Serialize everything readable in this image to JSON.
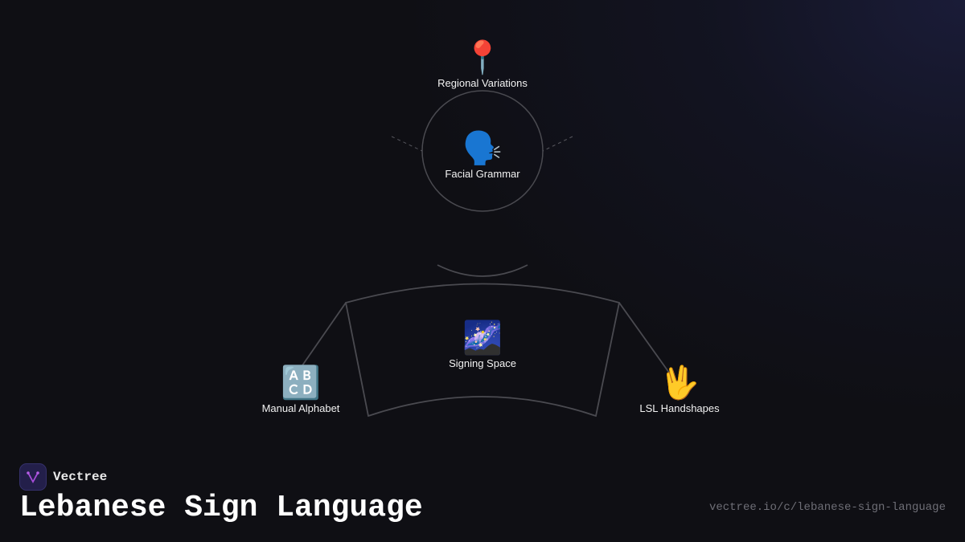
{
  "diagram": {
    "nodes": [
      {
        "id": "regional",
        "label": "Regional Variations",
        "icon": "📍",
        "icon_name": "round-pushpin"
      },
      {
        "id": "facial",
        "label": "Facial Grammar",
        "icon": "🗣️",
        "icon_name": "speaking-head"
      },
      {
        "id": "space",
        "label": "Signing Space",
        "icon": "🌌",
        "icon_name": "milky-way"
      },
      {
        "id": "alphabet",
        "label": "Manual Alphabet",
        "icon": "🔠",
        "icon_name": "abcd-letters"
      },
      {
        "id": "handshapes",
        "label": "LSL Handshapes",
        "icon": "🖖",
        "icon_name": "vulcan-salute"
      }
    ],
    "colors": {
      "background": "#0f0f14",
      "edge": "#4a4a50",
      "label": "#f2f2f2",
      "brand_accent": "#a64dd8"
    }
  },
  "footer": {
    "brand_name": "Vectree",
    "title": "Lebanese Sign Language",
    "url": "vectree.io/c/lebanese-sign-language"
  }
}
